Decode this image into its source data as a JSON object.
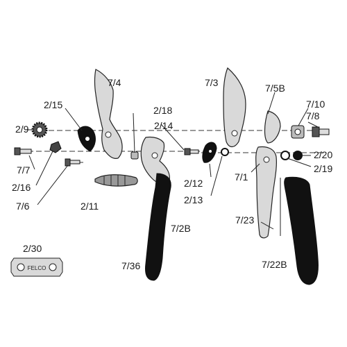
{
  "parts": [
    {
      "id": "p-7-4",
      "label": "7/4"
    },
    {
      "id": "p-2-15",
      "label": "2/15"
    },
    {
      "id": "p-2-18",
      "label": "2/18"
    },
    {
      "id": "p-2-9",
      "label": "2/9"
    },
    {
      "id": "p-2-14",
      "label": "2/14"
    },
    {
      "id": "p-7-7",
      "label": "7/7"
    },
    {
      "id": "p-2-16",
      "label": "2/16"
    },
    {
      "id": "p-7-6",
      "label": "7/6"
    },
    {
      "id": "p-2-11",
      "label": "2/11"
    },
    {
      "id": "p-2-12",
      "label": "2/12"
    },
    {
      "id": "p-2-13",
      "label": "2/13"
    },
    {
      "id": "p-7-2b",
      "label": "7/2B"
    },
    {
      "id": "p-7-36",
      "label": "7/36"
    },
    {
      "id": "p-7-3",
      "label": "7/3"
    },
    {
      "id": "p-7-5b",
      "label": "7/5B"
    },
    {
      "id": "p-7-10",
      "label": "7/10"
    },
    {
      "id": "p-7-8",
      "label": "7/8"
    },
    {
      "id": "p-2-20",
      "label": "2/20"
    },
    {
      "id": "p-2-19",
      "label": "2/19"
    },
    {
      "id": "p-7-1",
      "label": "7/1"
    },
    {
      "id": "p-7-23",
      "label": "7/23"
    },
    {
      "id": "p-7-22b",
      "label": "7/22B"
    },
    {
      "id": "p-2-30",
      "label": "2/30"
    }
  ],
  "tool_stamp": "FELCO",
  "colors": {
    "ink": "#1a1a1a",
    "metal": "#d9d9d9",
    "dark": "#111111",
    "line": "#333333"
  }
}
